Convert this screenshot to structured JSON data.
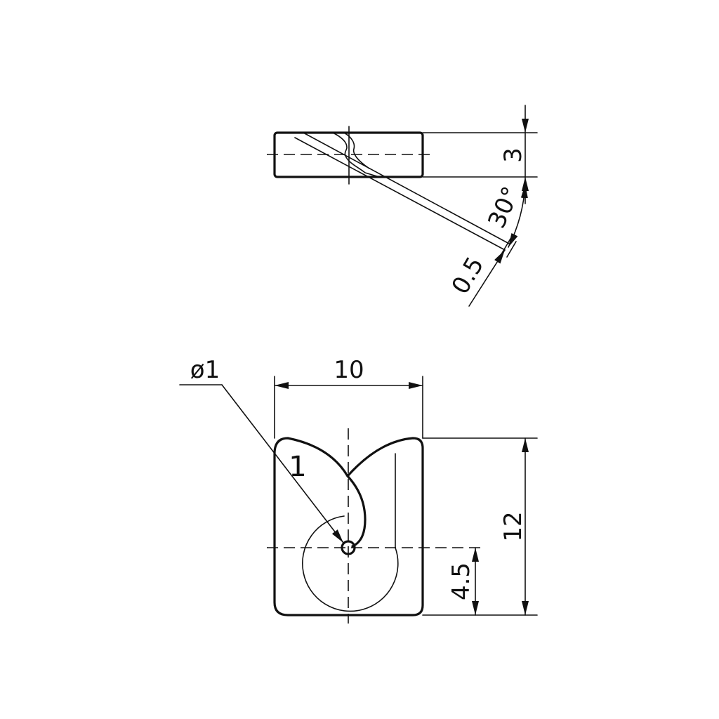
{
  "dimensions": {
    "thickness": "3",
    "angle": "30°",
    "slot_width": "0.5",
    "hole_diameter": "ø1",
    "width": "10",
    "height": "12",
    "hole_offset": "4.5",
    "part_marker": "1"
  },
  "colors": {
    "line": "#111111",
    "background": "#ffffff"
  }
}
